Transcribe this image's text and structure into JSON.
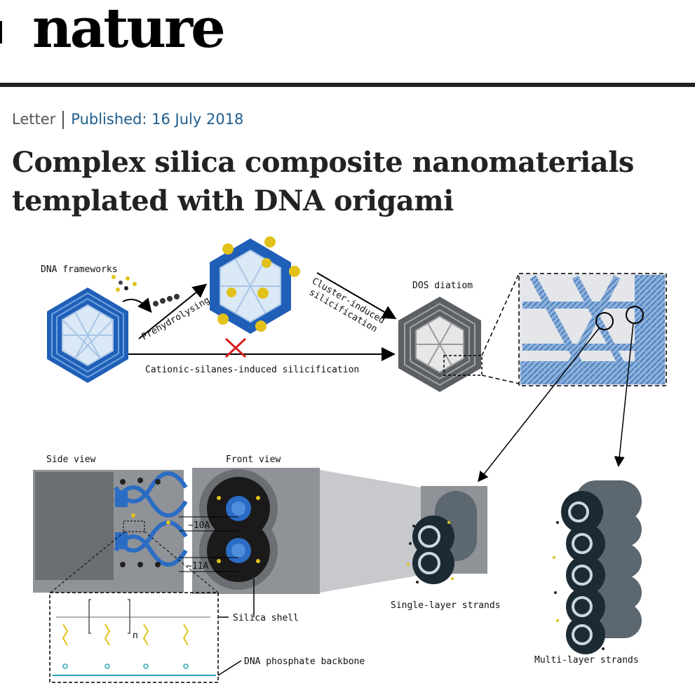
{
  "header": {
    "logo": "nature"
  },
  "article": {
    "type": "Letter",
    "published": "Published: 16 July 2018",
    "title": "Complex silica composite nanomaterials templated with DNA origami"
  },
  "figure": {
    "labels": {
      "dna_frameworks": "DNA frameworks",
      "prehydrolysing": "Prehydrolysing",
      "cluster_induced": "Cluster-induced",
      "silicification": "silicification",
      "dos_diatom": "DOS diatiom",
      "cationic": "Cationic-silanes-induced silicification",
      "side_view": "Side view",
      "front_view": "Front view",
      "dist_10": "~10A",
      "dist_11": "~11A",
      "silica_shell": "Silica shell",
      "dna_backbone": "DNA phosphate backbone",
      "single_layer": "Single-layer strands",
      "multi_layer": "Multi-layer strands",
      "chem_n": "n"
    },
    "colors": {
      "dna_blue": "#2b6cc4",
      "silica_gray": "#6b6e73",
      "gold": "#e2c21a",
      "teal": "#2aa6b5",
      "red_x": "#d62020"
    }
  }
}
